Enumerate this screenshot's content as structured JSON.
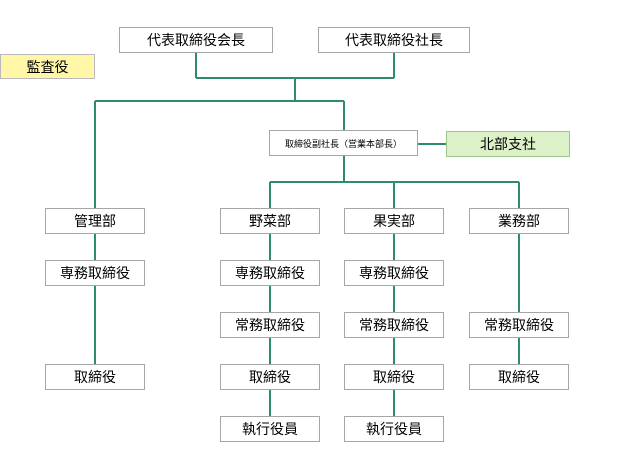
{
  "org_chart": {
    "chairman": "代表取締役会長",
    "president": "代表取締役社長",
    "auditor": "監査役",
    "vice_president": "取締役副社長（営業本部長）",
    "north_branch": "北部支社",
    "departments": [
      {
        "name": "管理部",
        "roles": [
          "専務取締役",
          "取締役"
        ]
      },
      {
        "name": "野菜部",
        "roles": [
          "専務取締役",
          "常務取締役",
          "取締役",
          "執行役員"
        ]
      },
      {
        "name": "果実部",
        "roles": [
          "専務取締役",
          "常務取締役",
          "取締役",
          "執行役員"
        ]
      },
      {
        "name": "業務部",
        "roles": [
          "常務取締役",
          "取締役"
        ]
      }
    ]
  },
  "colors": {
    "connector": "#2e8b6e",
    "box_border": "#a6a6a6",
    "auditor_fill": "#fff6a8",
    "branch_fill": "#dcf1c8"
  }
}
